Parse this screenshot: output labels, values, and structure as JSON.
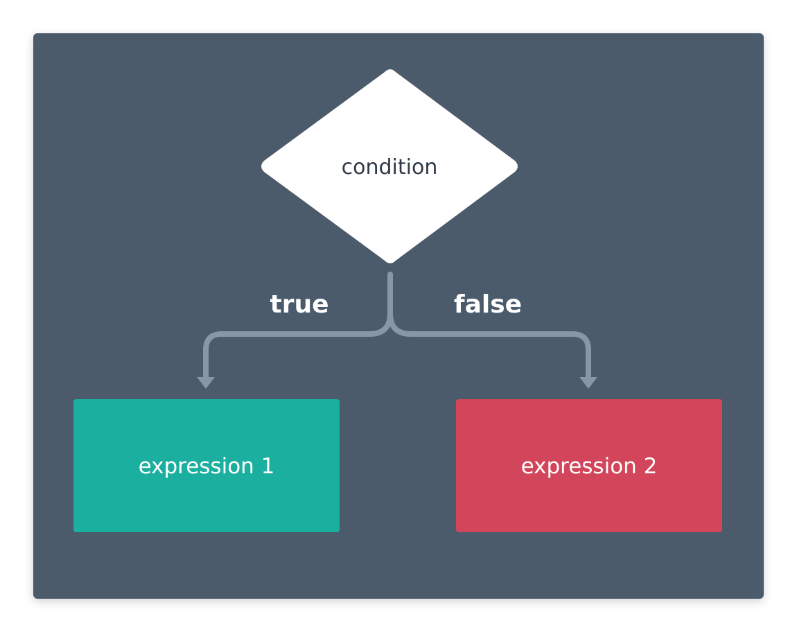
{
  "diagram": {
    "condition_label": "condition",
    "true_label": "true",
    "false_label": "false",
    "expression1_label": "expression 1",
    "expression2_label": "expression 2"
  },
  "colors": {
    "panel_background": "#4b5b6b",
    "condition_fill": "#ffffff",
    "condition_text": "#2e3a47",
    "expression1_fill": "#1aaf9f",
    "expression2_fill": "#d2455a",
    "connector": "#8797a6"
  }
}
